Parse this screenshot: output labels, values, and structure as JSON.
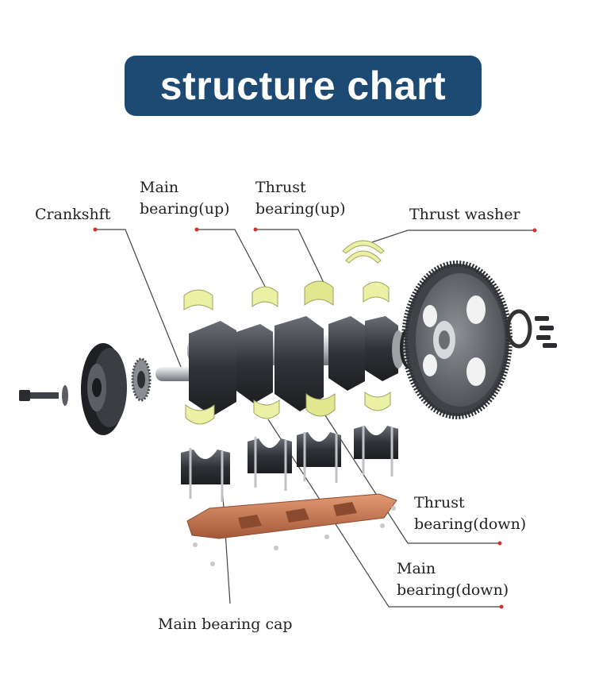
{
  "title": "structure chart",
  "labels": {
    "crankshaft": "Crankshft",
    "main_bearing_up_line1": "Main",
    "main_bearing_up_line2": "bearing(up)",
    "thrust_bearing_up_line1": "Thrust",
    "thrust_bearing_up_line2": "bearing(up)",
    "thrust_washer": "Thrust washer",
    "thrust_bearing_down_line1": "Thrust",
    "thrust_bearing_down_line2": "bearing(down)",
    "main_bearing_down_line1": "Main",
    "main_bearing_down_line2": "bearing(down)",
    "main_bearing_cap": "Main bearing cap"
  },
  "colors": {
    "title_bg": "#1d4a72",
    "title_text": "#ffffff",
    "leader_line": "#444444",
    "leader_dot": "#d23030",
    "bearing_shell": "#eaf0a4",
    "crank_metal": "#3a3d42",
    "cap_copper": "#c9784c"
  }
}
